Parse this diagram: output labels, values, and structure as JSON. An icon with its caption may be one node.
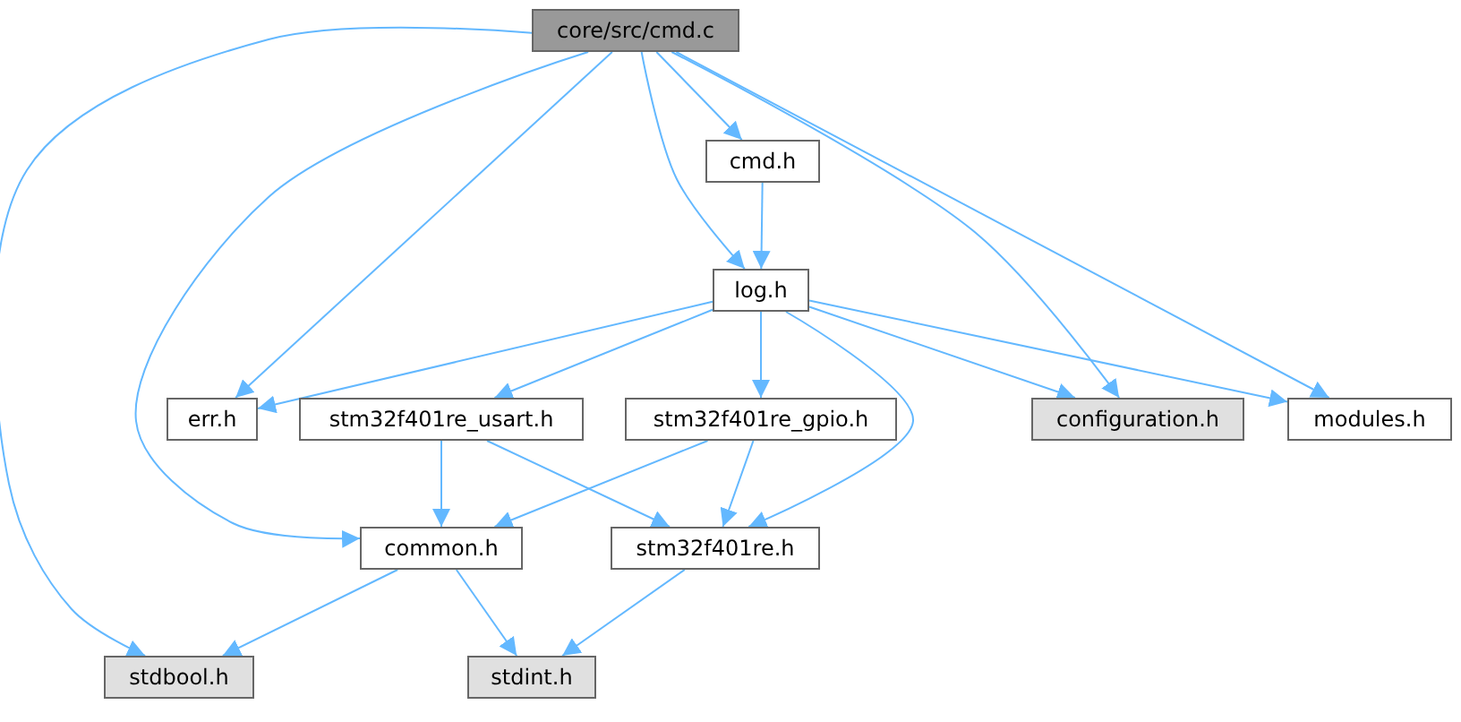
{
  "diagram": {
    "nodes": [
      {
        "text": [
          "core/src/cmd.c"
        ]
      },
      {
        "text": [
          "cmd.h"
        ]
      },
      {
        "text": [
          "log.h"
        ]
      },
      {
        "text": [
          "err.h"
        ]
      },
      {
        "text": [
          "stm32f401re_usart.h"
        ]
      },
      {
        "text": [
          "stm32f401re_gpio.h"
        ]
      },
      {
        "text": [
          "configuration.h"
        ]
      },
      {
        "text": [
          "modules.h"
        ]
      },
      {
        "text": [
          "common.h"
        ]
      },
      {
        "text": [
          "stm32f401re.h"
        ]
      },
      {
        "text": [
          "stdbool.h"
        ]
      },
      {
        "text": [
          "stdint.h"
        ]
      }
    ],
    "edges": [
      {
        "from": 0,
        "to": 1,
        "arrow": "to"
      },
      {
        "from": 0,
        "to": 2,
        "arrow": "to"
      },
      {
        "from": 0,
        "to": 3,
        "arrow": "to"
      },
      {
        "from": 0,
        "to": 6,
        "arrow": "to"
      },
      {
        "from": 0,
        "to": 7,
        "arrow": "to"
      },
      {
        "from": 0,
        "to": 8,
        "arrow": "to"
      },
      {
        "from": 0,
        "to": 10,
        "arrow": "to"
      },
      {
        "from": 1,
        "to": 2,
        "arrow": "to"
      },
      {
        "from": 2,
        "to": 3,
        "arrow": "to"
      },
      {
        "from": 2,
        "to": 4,
        "arrow": "to"
      },
      {
        "from": 2,
        "to": 5,
        "arrow": "to"
      },
      {
        "from": 2,
        "to": 6,
        "arrow": "to"
      },
      {
        "from": 2,
        "to": 7,
        "arrow": "to"
      },
      {
        "from": 2,
        "to": 9,
        "arrow": "to"
      },
      {
        "from": 4,
        "to": 8,
        "arrow": "to"
      },
      {
        "from": 4,
        "to": 9,
        "arrow": "to"
      },
      {
        "from": 5,
        "to": 8,
        "arrow": "to"
      },
      {
        "from": 5,
        "to": 9,
        "arrow": "to"
      },
      {
        "from": 8,
        "to": 10,
        "arrow": "to"
      },
      {
        "from": 8,
        "to": 11,
        "arrow": "to"
      },
      {
        "from": 9,
        "to": 11,
        "arrow": "to"
      }
    ]
  }
}
